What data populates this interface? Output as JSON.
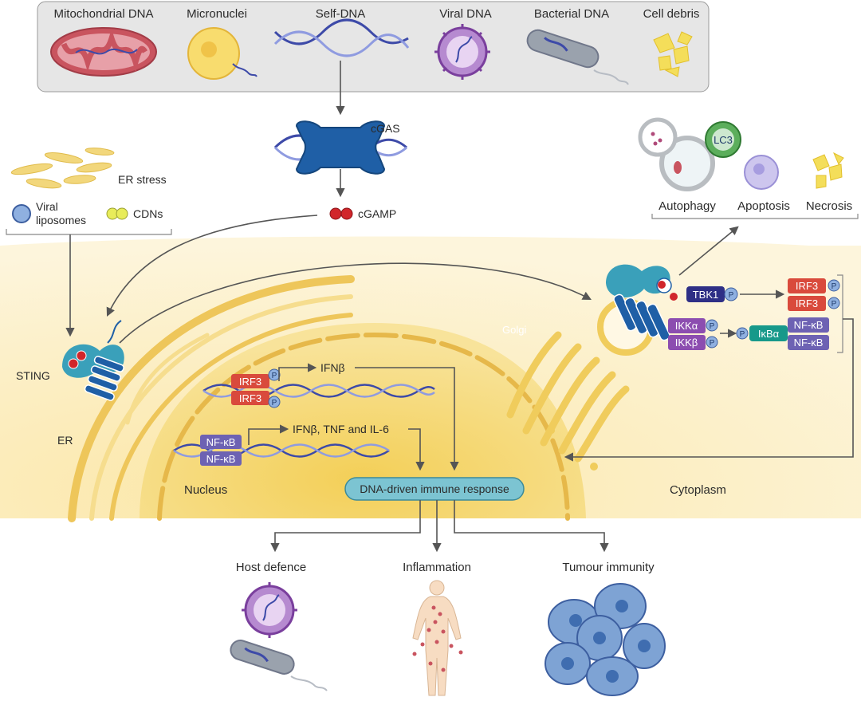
{
  "sources": {
    "mito": "Mitochondrial DNA",
    "micronuclei": "Micronuclei",
    "self_dna": "Self-DNA",
    "viral_dna": "Viral DNA",
    "bacterial_dna": "Bacterial DNA",
    "cell_debris": "Cell debris"
  },
  "cgas": "cGAS",
  "cgamp": "cGAMP",
  "er_stress": "ER stress",
  "viral_liposomes_1": "Viral",
  "viral_liposomes_2": "liposomes",
  "cdns": "CDNs",
  "sting": "STING",
  "er": "ER",
  "nucleus": "Nucleus",
  "cytoplasm": "Cytoplasm",
  "golgi": "Golgi",
  "fates": {
    "autophagy": "Autophagy",
    "apoptosis": "Apoptosis",
    "necrosis": "Necrosis",
    "lc3": "LC3"
  },
  "signaling": {
    "tbk1": "TBK1",
    "irf3": "IRF3",
    "ikka": "IKKα",
    "ikkb": "IKKβ",
    "ikba": "IκBα",
    "nfkb": "NF-κB",
    "p": "P"
  },
  "nuclear": {
    "ifnb": "IFNβ",
    "ifnb_tnf_il6": "IFNβ, TNF and IL-6",
    "irf3": "IRF3",
    "nfkb": "NF-κB",
    "p": "P"
  },
  "response": "DNA-driven immune response",
  "outcomes": {
    "host_defence": "Host defence",
    "inflammation": "Inflammation",
    "tumour_immunity": "Tumour immunity"
  },
  "colors": {
    "panel_bg": "#e6e6e6",
    "cytoplasm": "#fbeec0",
    "nucleus": "#f5d66e",
    "er": "#f1cf62",
    "sting_blue": "#1f5fa6",
    "sting_teal": "#3aa0ba",
    "irf3_red": "#d94a3c",
    "tbk1_navy": "#2e2f86",
    "ikk_purple": "#8c4db0",
    "nfkb_purple": "#6d62b3",
    "ikba_teal": "#17998a",
    "response_box": "#7cc4d2",
    "dna_blue": "#3d4aa8",
    "cell_blue": "#7ea3d4"
  }
}
